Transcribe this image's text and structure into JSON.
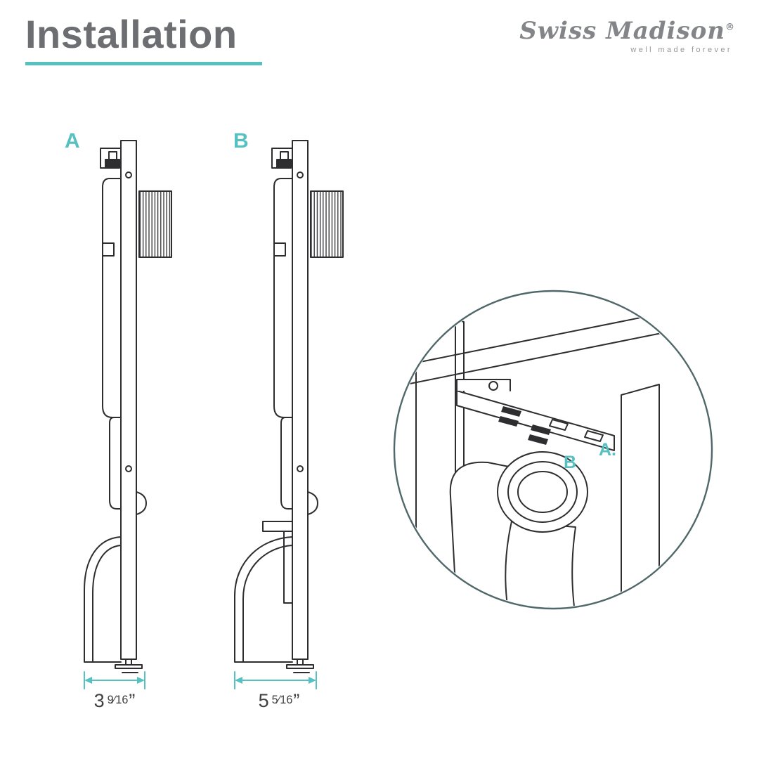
{
  "header": {
    "title": "Installation",
    "brand": "Swiss Madison",
    "registered": "®",
    "tagline": "well made forever"
  },
  "figures": {
    "a": {
      "label": "A",
      "dim_whole": "3",
      "dim_frac": "9⁄16",
      "dim_unit": "”"
    },
    "b": {
      "label": "B",
      "dim_whole": "5",
      "dim_frac": "5⁄16",
      "dim_unit": "”"
    }
  },
  "detail": {
    "label_a": "A.",
    "label_b": "B"
  },
  "colors": {
    "accent": "#56c1c0",
    "ink": "#2e2e30",
    "title_gray": "#6d6e71",
    "brand_gray": "#85878a"
  }
}
